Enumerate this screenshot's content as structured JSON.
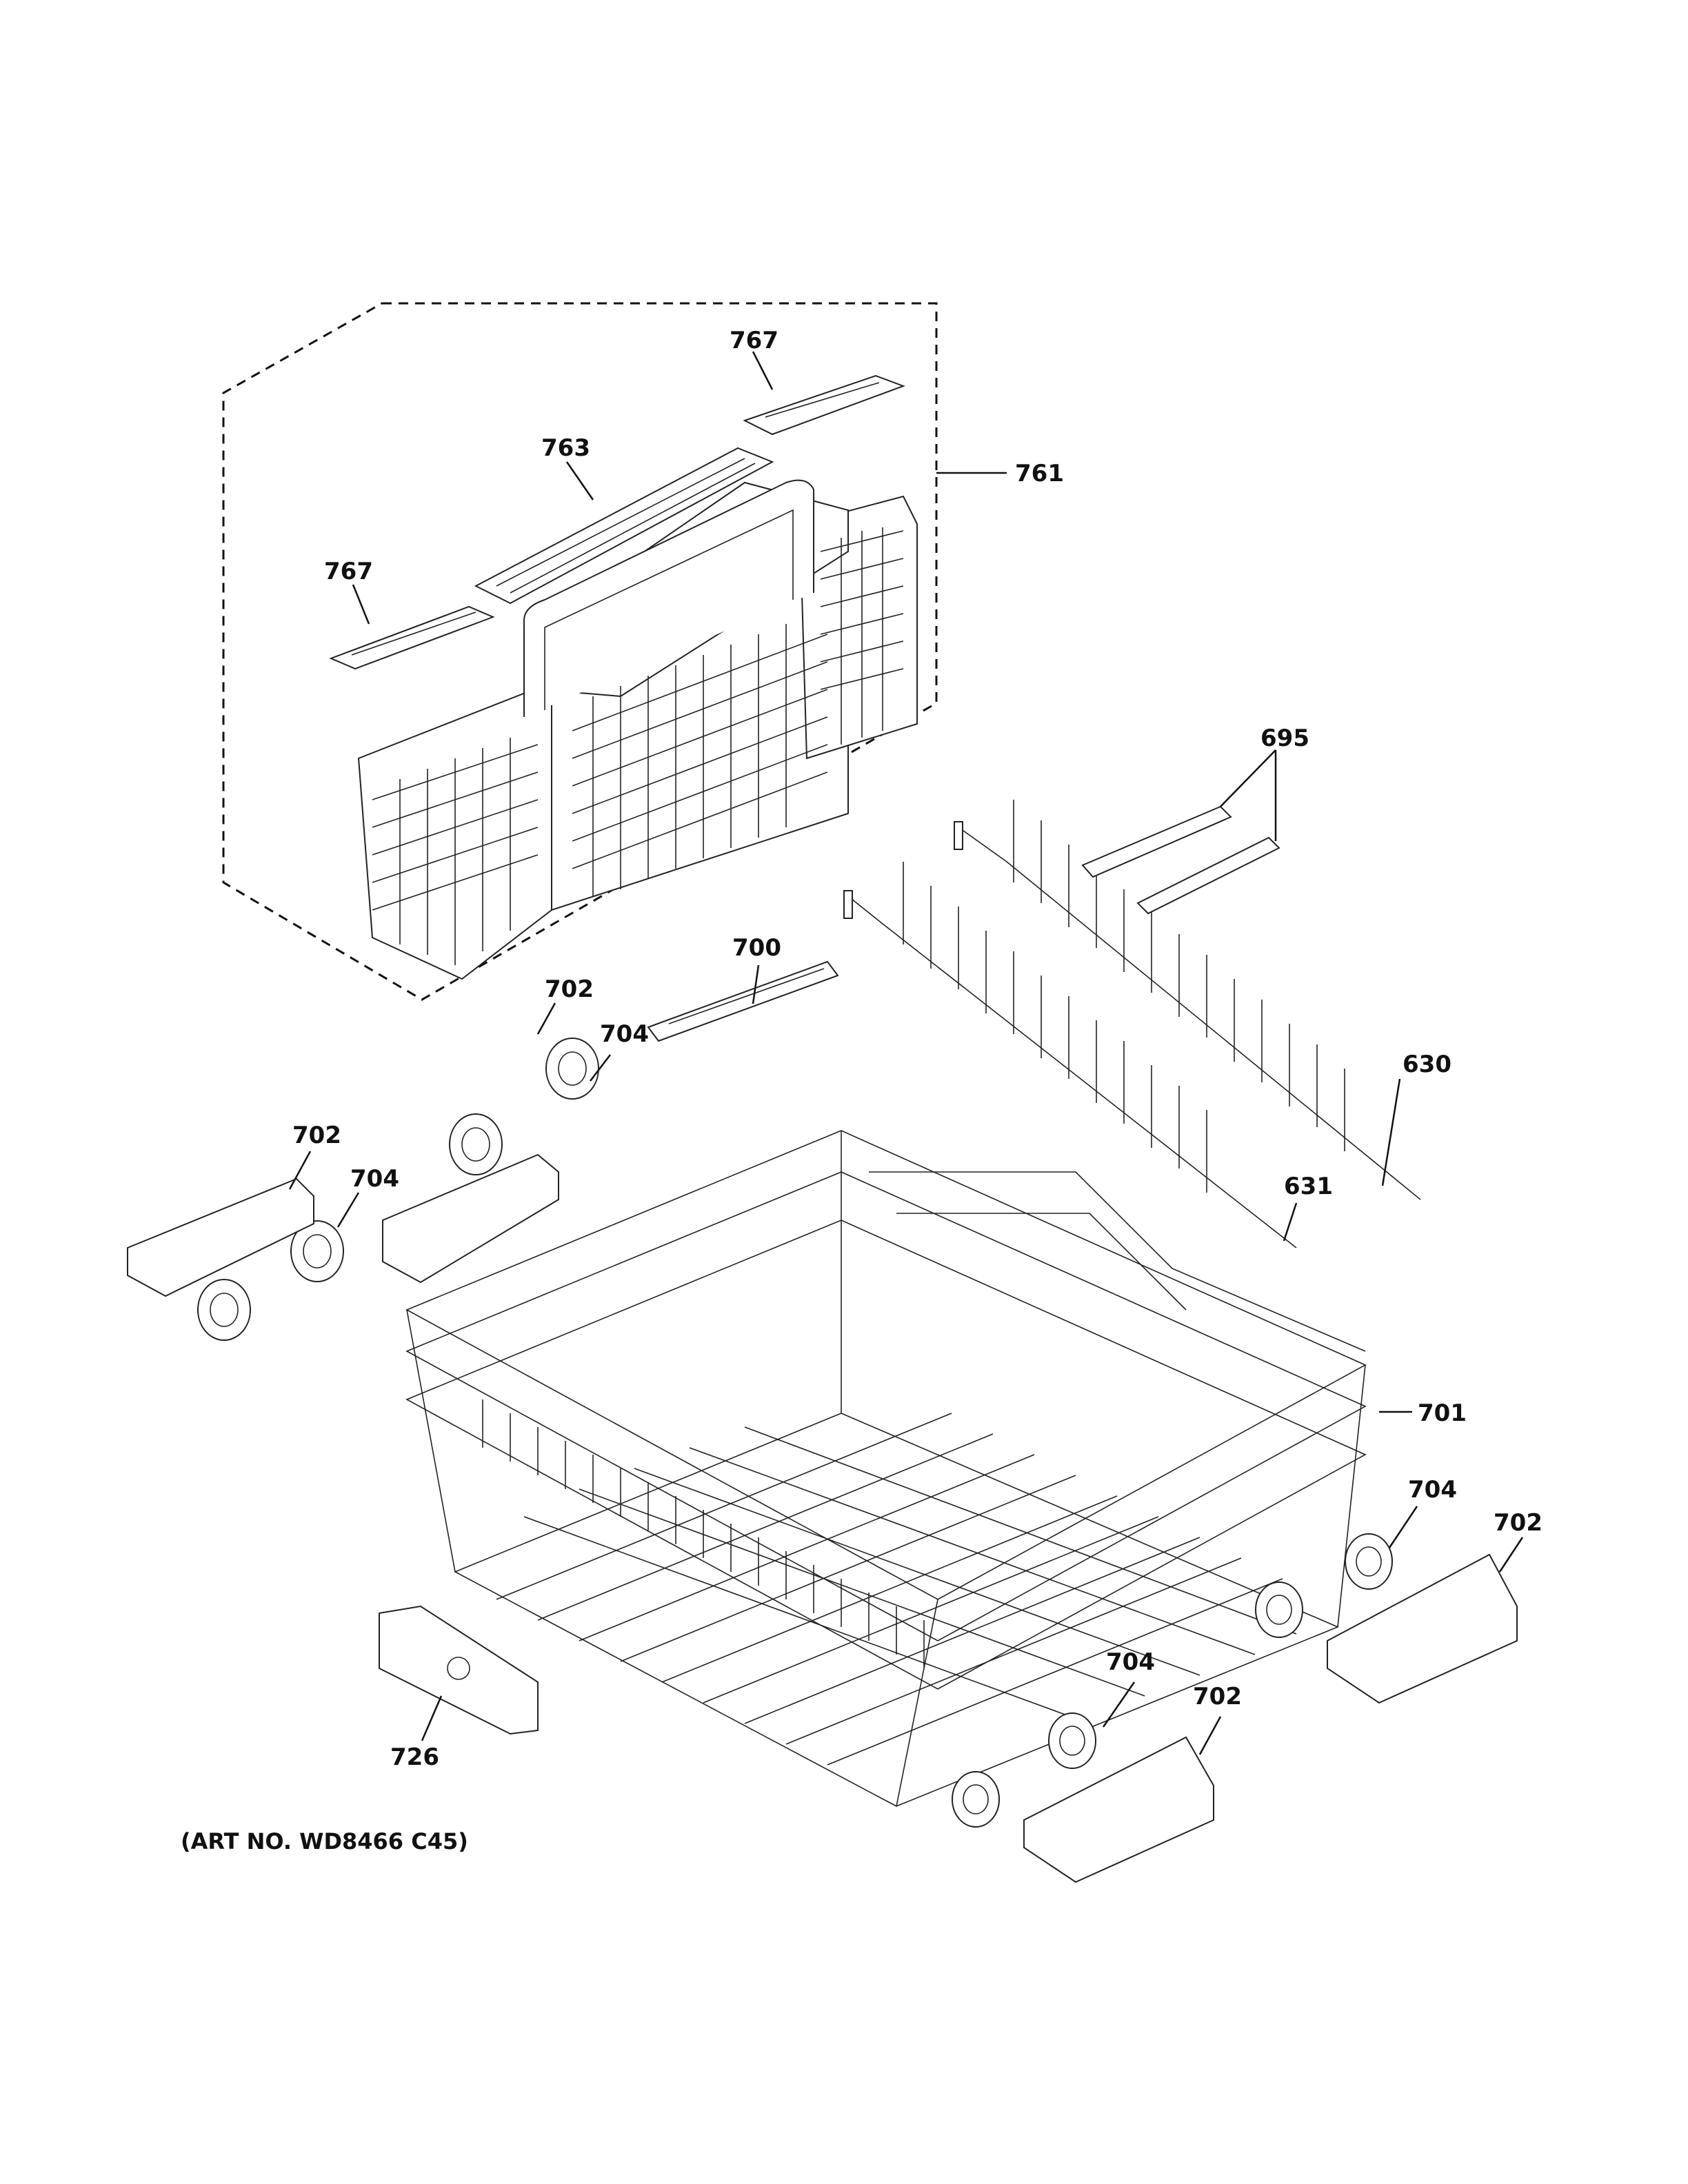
{
  "diagram": {
    "art_number": "(ART NO. WD8466 C45)",
    "callouts": [
      {
        "id": "c-767-top",
        "label": "767"
      },
      {
        "id": "c-763",
        "label": "763"
      },
      {
        "id": "c-761",
        "label": "761"
      },
      {
        "id": "c-767-left",
        "label": "767"
      },
      {
        "id": "c-695",
        "label": "695"
      },
      {
        "id": "c-700",
        "label": "700"
      },
      {
        "id": "c-702-a",
        "label": "702"
      },
      {
        "id": "c-704-a",
        "label": "704"
      },
      {
        "id": "c-702-b",
        "label": "702"
      },
      {
        "id": "c-704-b",
        "label": "704"
      },
      {
        "id": "c-630",
        "label": "630"
      },
      {
        "id": "c-631",
        "label": "631"
      },
      {
        "id": "c-701",
        "label": "701"
      },
      {
        "id": "c-704-c",
        "label": "704"
      },
      {
        "id": "c-702-c",
        "label": "702"
      },
      {
        "id": "c-704-d",
        "label": "704"
      },
      {
        "id": "c-702-d",
        "label": "702"
      },
      {
        "id": "c-726",
        "label": "726"
      }
    ]
  }
}
